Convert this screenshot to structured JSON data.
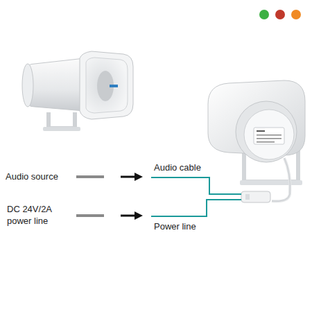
{
  "diagram": {
    "labels": [
      "Audio source",
      "DC 24V/2A power line",
      "Audio cable",
      "Power line"
    ]
  }
}
